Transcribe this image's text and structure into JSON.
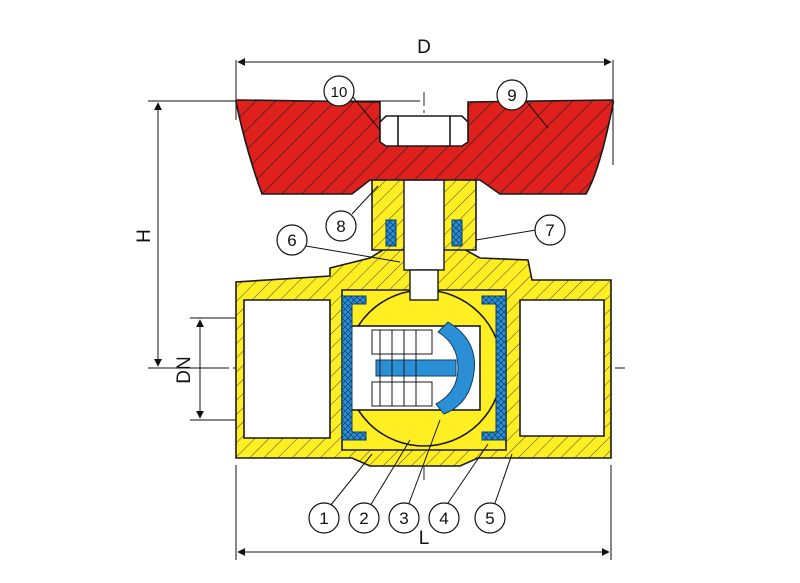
{
  "dimensions": {
    "D": "D",
    "H": "H",
    "DN": "DN",
    "L": "L"
  },
  "callouts": [
    "1",
    "2",
    "3",
    "4",
    "5",
    "6",
    "7",
    "8",
    "9",
    "10"
  ],
  "colors": {
    "handle": "#e0201c",
    "body": "#ffee22",
    "seal": "#2b8fd6",
    "stroke": "#1a1a1a"
  }
}
